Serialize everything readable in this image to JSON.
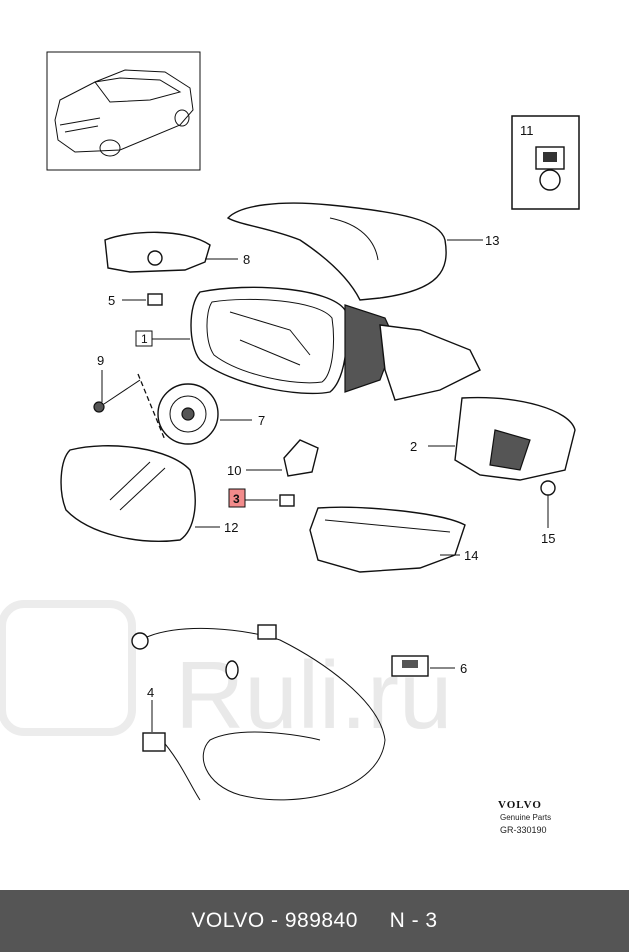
{
  "diagram": {
    "callouts": {
      "c1": "1",
      "c2": "2",
      "c3": "3",
      "c4": "4",
      "c5": "5",
      "c6": "6",
      "c7": "7",
      "c8": "8",
      "c9": "9",
      "c10": "10",
      "c11": "11",
      "c12": "12",
      "c13": "13",
      "c14": "14",
      "c15": "15"
    },
    "highlighted_callout": "3",
    "highlight_color": "#f28b8b"
  },
  "brand": {
    "name": "VOLVO",
    "subtitle": "Genuine Parts",
    "code": "GR-330190"
  },
  "watermark": "Ruli.ru",
  "footer": {
    "part": "VOLVO - 989840",
    "position": "N - 3",
    "background": "#555555"
  }
}
